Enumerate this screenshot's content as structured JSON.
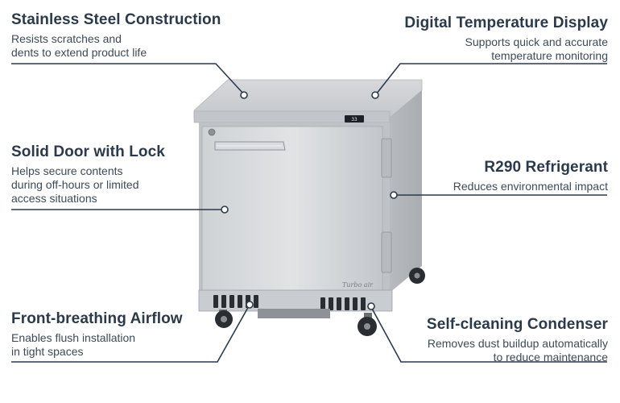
{
  "features": {
    "stainless": {
      "title": "Stainless Steel Construction",
      "line1": "Resists scratches and",
      "line2": "dents to extend product life"
    },
    "display": {
      "title": "Digital Temperature Display",
      "line1": "Supports quick and accurate",
      "line2": "temperature monitoring"
    },
    "door": {
      "title": "Solid Door with Lock",
      "line1": "Helps secure contents",
      "line2": "during off-hours or limited",
      "line3": "access situations"
    },
    "refrigerant": {
      "title": "R290 Refrigerant",
      "line1": "Reduces environmental impact"
    },
    "airflow": {
      "title": "Front-breathing Airflow",
      "line1": "Enables flush installation",
      "line2": "in tight spaces"
    },
    "condenser": {
      "title": "Self-cleaning Condenser",
      "line1": "Removes dust buildup automatically",
      "line2": "to reduce maintenance"
    }
  },
  "product": {
    "display_reading": "33",
    "brand_badge": "Turbo air"
  },
  "colors": {
    "heading": "#2b3a4a",
    "leader_line": "#2b3a4a",
    "steel": "#c8ccd0"
  }
}
